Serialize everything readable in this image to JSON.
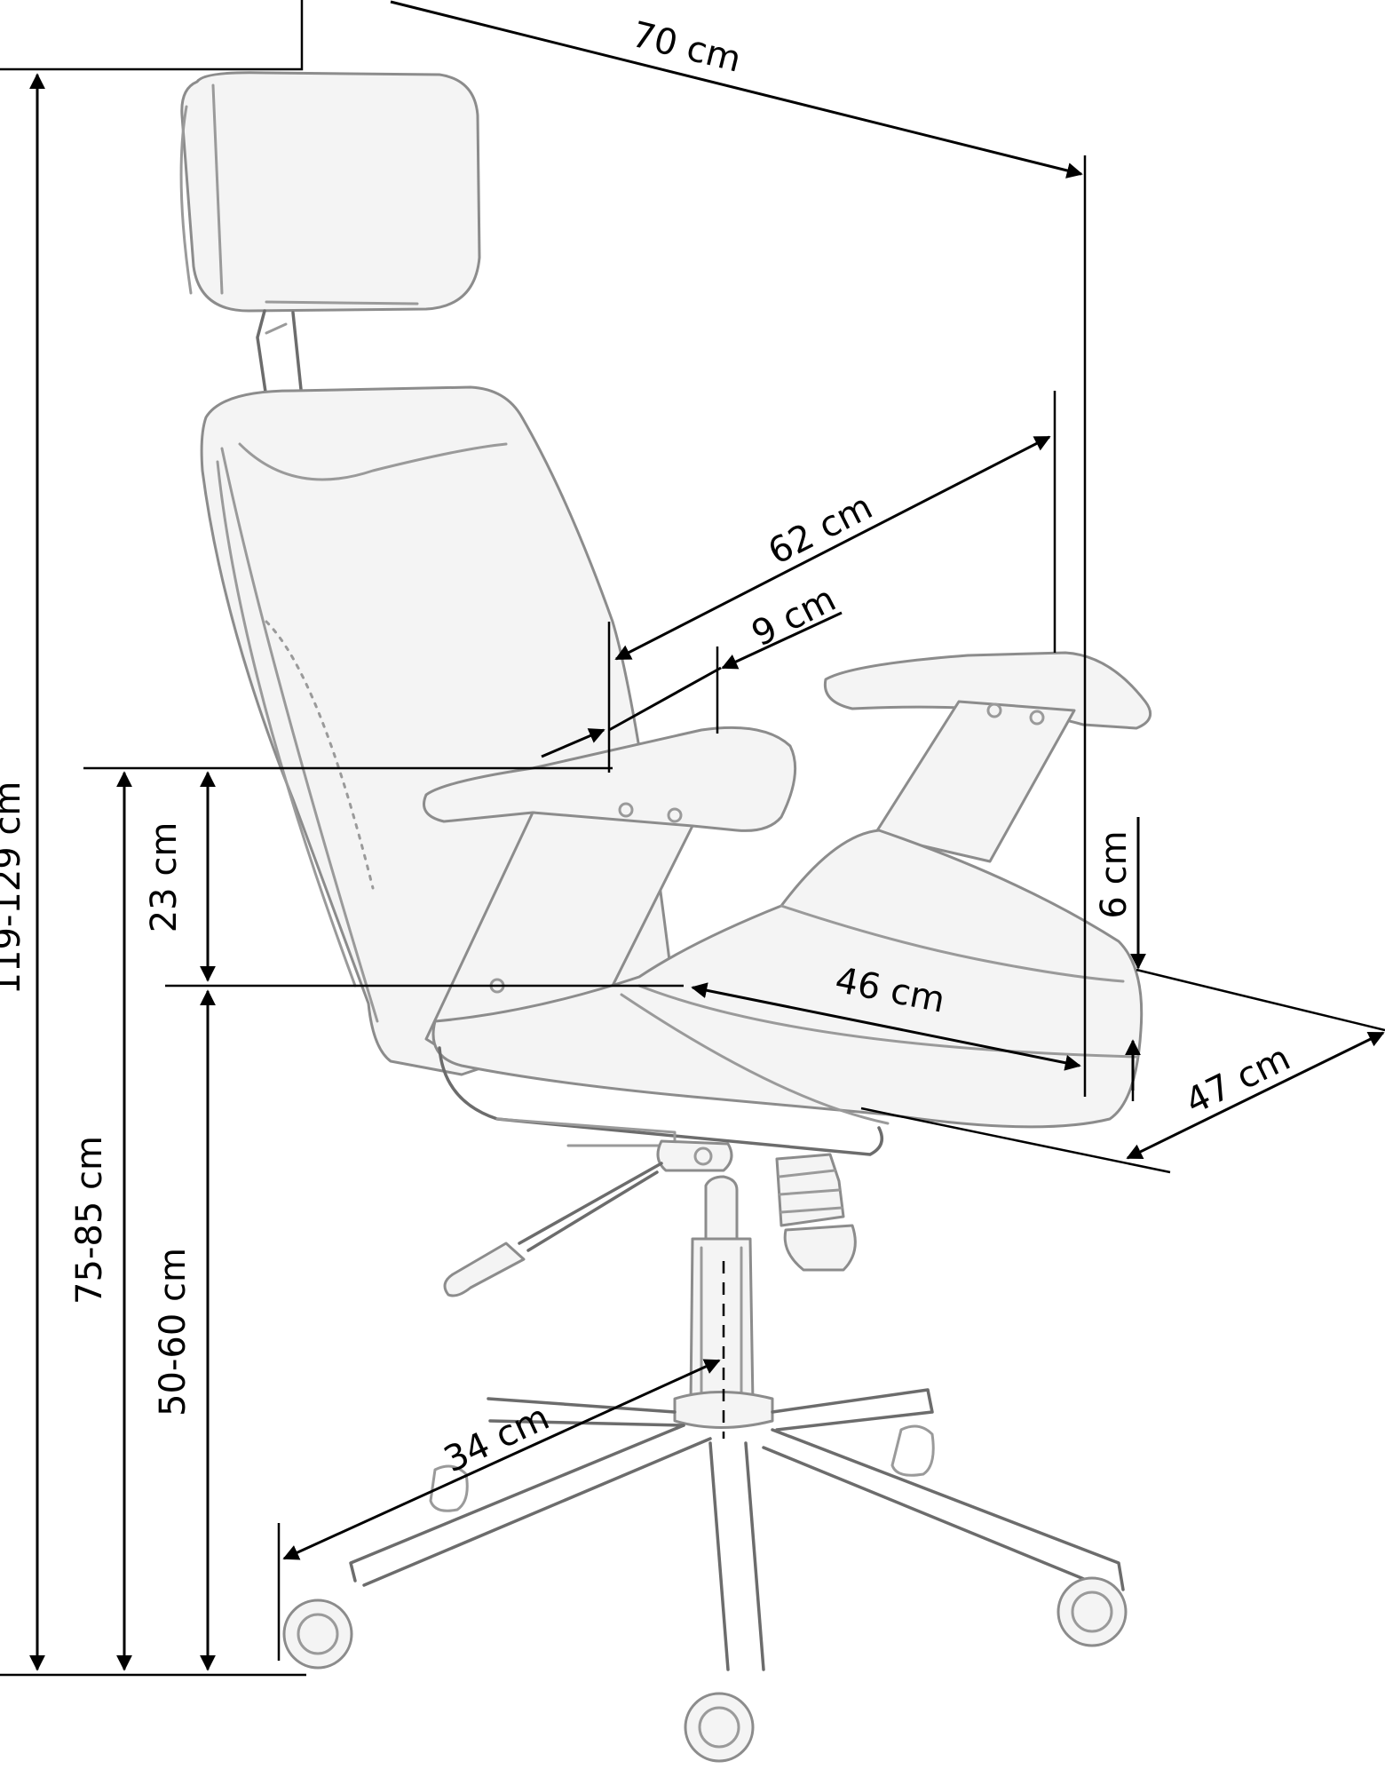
{
  "dimensions": {
    "total_height": "119-129 cm",
    "depth_overall": "70 cm",
    "backrest_height": "62 cm",
    "armrest_offset": "9 cm",
    "armrest_height": "23 cm",
    "arm_height_floor": "75-85 cm",
    "seat_height": "50-60 cm",
    "seat_depth": "46 cm",
    "seat_thickness": "6 cm",
    "seat_width": "47 cm",
    "base_radius": "34 cm"
  }
}
